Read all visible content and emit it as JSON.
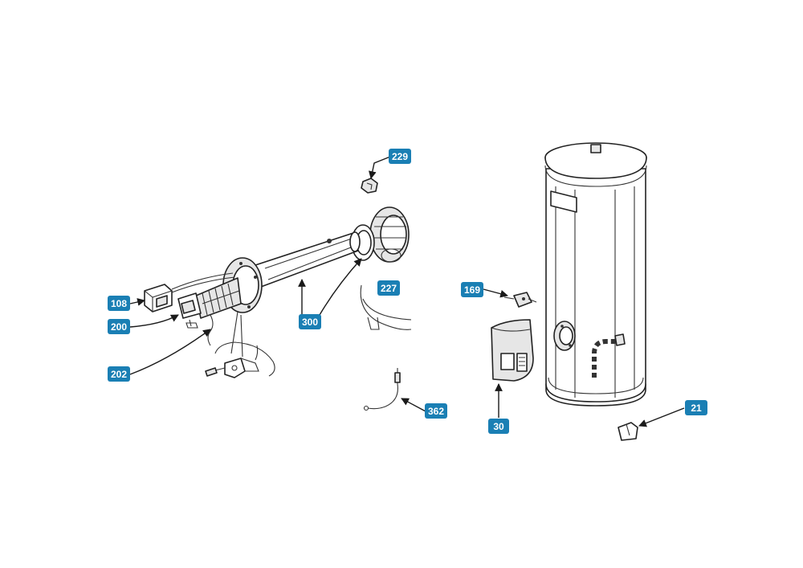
{
  "colors": {
    "callout_fill": "#1a7fb4",
    "callout_text": "#ffffff",
    "line": "#222222",
    "background": "#ffffff"
  },
  "callouts": [
    {
      "id": "c108",
      "label": "108"
    },
    {
      "id": "c200",
      "label": "200"
    },
    {
      "id": "c202",
      "label": "202"
    },
    {
      "id": "c229",
      "label": "229"
    },
    {
      "id": "c227",
      "label": "227"
    },
    {
      "id": "c300",
      "label": "300"
    },
    {
      "id": "c362",
      "label": "362"
    },
    {
      "id": "c169",
      "label": "169"
    },
    {
      "id": "c30",
      "label": "30"
    },
    {
      "id": "c21",
      "label": "21"
    }
  ]
}
